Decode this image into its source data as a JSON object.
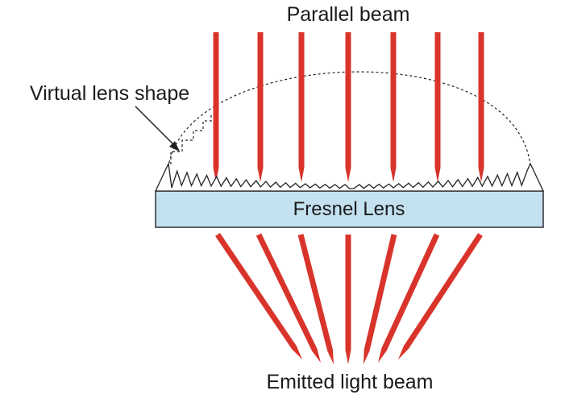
{
  "labels": {
    "top": "Parallel beam",
    "virtual_shape": "Virtual lens shape",
    "lens": "Fresnel Lens",
    "bottom": "Emitted light beam"
  },
  "colors": {
    "beam": "#d9342b",
    "lens_fill": "#c3e1ef",
    "outline": "#222222"
  }
}
